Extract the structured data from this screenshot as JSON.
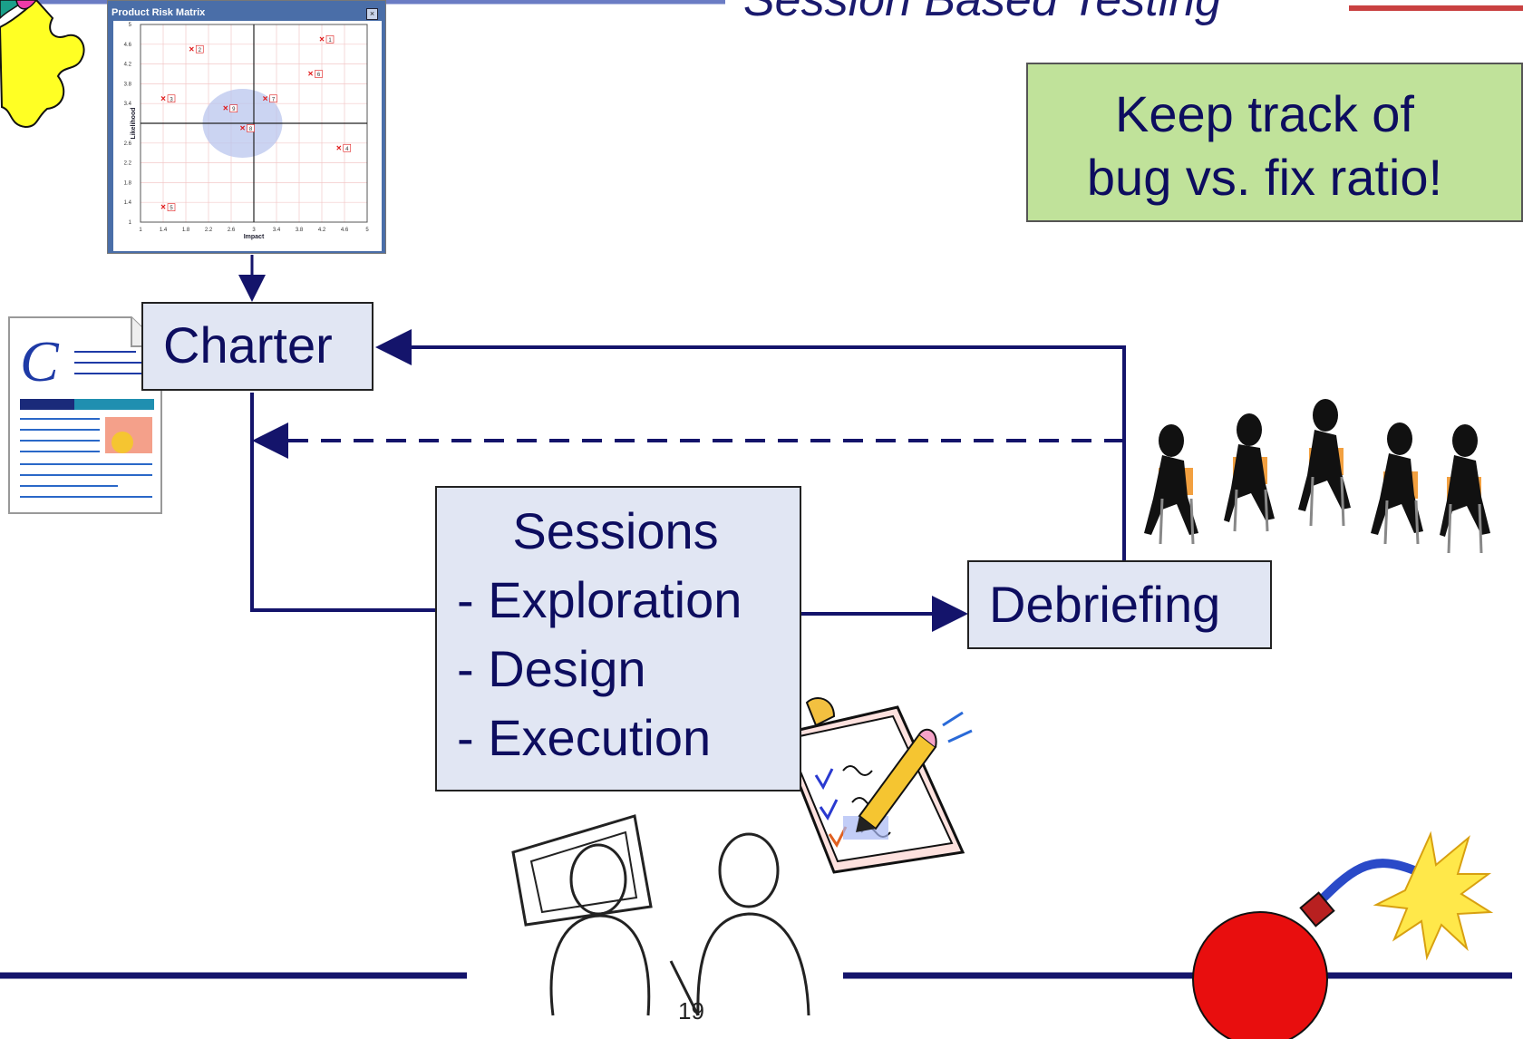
{
  "title": "Session Based Testing",
  "note": {
    "line1": "Keep track of",
    "line2": "bug vs. fix ratio!"
  },
  "boxes": {
    "charter": "Charter",
    "debriefing": "Debriefing",
    "sessions": {
      "heading": "Sessions",
      "items": [
        "- Exploration",
        "- Design",
        "- Execution"
      ]
    }
  },
  "page_number": "19",
  "risk_matrix": {
    "window_title": "Product Risk Matrix",
    "close_glyph": "×",
    "x_label": "Impact",
    "y_label": "Likelihood",
    "x_ticks": [
      "1",
      "1.4",
      "1.8",
      "2.2",
      "2.6",
      "3",
      "3.4",
      "3.8",
      "4.2",
      "4.6",
      "5"
    ],
    "y_ticks": [
      "5",
      "4.6",
      "4.2",
      "3.8",
      "3.4",
      "2.6",
      "2.2",
      "1.8",
      "1.4",
      "1"
    ],
    "points": [
      {
        "label": "1",
        "impact": 4.2,
        "likelihood": 4.7
      },
      {
        "label": "2",
        "impact": 1.9,
        "likelihood": 4.5
      },
      {
        "label": "3",
        "impact": 1.4,
        "likelihood": 3.5
      },
      {
        "label": "4",
        "impact": 4.5,
        "likelihood": 2.5
      },
      {
        "label": "5",
        "impact": 1.4,
        "likelihood": 1.3
      },
      {
        "label": "6",
        "impact": 4.0,
        "likelihood": 4.0
      },
      {
        "label": "7",
        "impact": 3.2,
        "likelihood": 3.5
      },
      {
        "label": "8",
        "impact": 2.8,
        "likelihood": 2.9
      },
      {
        "label": "9",
        "impact": 2.5,
        "likelihood": 3.3
      }
    ]
  },
  "colors": {
    "accent": "#14146b",
    "box_fill": "#e1e6f3",
    "note_fill": "#c0e29a",
    "x_mark": "#e01919",
    "bomb": "#e80e0e"
  }
}
